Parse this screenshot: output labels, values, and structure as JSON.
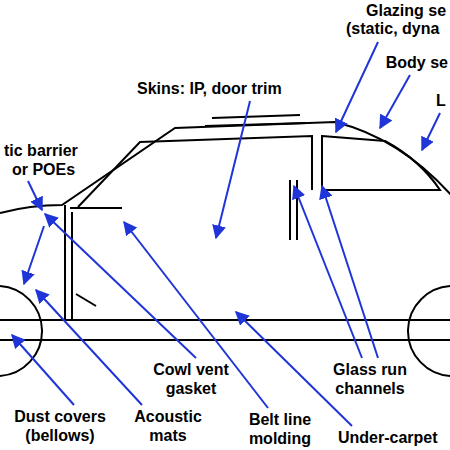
{
  "diagram": {
    "labels": [
      "Glazing se",
      "(static, dyna",
      "Body se",
      "L",
      "Skins: IP, door trim",
      "tic barrier",
      "or POEs",
      "Cowl vent gasket",
      "Glass run channels",
      "Dust covers (bellows)",
      "Acoustic mats",
      "Belt line molding",
      "Under-carpet"
    ]
  }
}
